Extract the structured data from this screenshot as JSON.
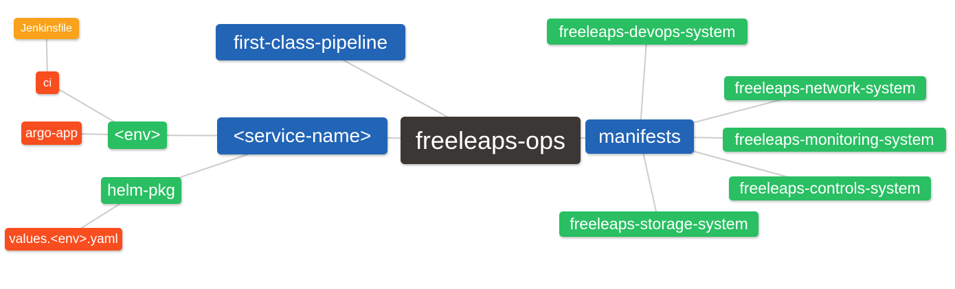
{
  "diagram": {
    "type": "mindmap",
    "root_label": "freeleaps-ops",
    "palette": {
      "root": "#3b3734",
      "level1_blue": "#2264b5",
      "level2_green": "#29bf62",
      "level3_red": "#f84d1e",
      "level4_amber": "#faa21b",
      "edge": "#cccccc",
      "text": "#ffffff",
      "background": "#ffffff"
    },
    "nodes": {
      "freeleaps_ops": {
        "label": "freeleaps-ops",
        "level": 0
      },
      "first_class_pipeline": {
        "label": "first-class-pipeline",
        "level": 1
      },
      "service_name": {
        "label": "<service-name>",
        "level": 1
      },
      "manifests": {
        "label": "manifests",
        "level": 1
      },
      "env": {
        "label": "<env>",
        "level": 2
      },
      "helm_pkg": {
        "label": "helm-pkg",
        "level": 2
      },
      "ci": {
        "label": "ci",
        "level": 3
      },
      "argo_app": {
        "label": "argo-app",
        "level": 3
      },
      "jenkinsfile": {
        "label": "Jenkinsfile",
        "level": 4
      },
      "values_env_yaml": {
        "label": "values.<env>.yaml",
        "level": 3
      },
      "devops_system": {
        "label": "freeleaps-devops-system",
        "level": 2
      },
      "network_system": {
        "label": "freeleaps-network-system",
        "level": 2
      },
      "monitoring_system": {
        "label": "freeleaps-monitoring-system",
        "level": 2
      },
      "controls_system": {
        "label": "freeleaps-controls-system",
        "level": 2
      },
      "storage_system": {
        "label": "freeleaps-storage-system",
        "level": 2
      }
    },
    "edges": [
      [
        "jenkinsfile",
        "ci"
      ],
      [
        "ci",
        "env"
      ],
      [
        "argo_app",
        "env"
      ],
      [
        "env",
        "service_name"
      ],
      [
        "helm_pkg",
        "service_name"
      ],
      [
        "values_env_yaml",
        "helm_pkg"
      ],
      [
        "first_class_pipeline",
        "freeleaps_ops"
      ],
      [
        "service_name",
        "freeleaps_ops"
      ],
      [
        "freeleaps_ops",
        "manifests"
      ],
      [
        "manifests",
        "devops_system"
      ],
      [
        "manifests",
        "network_system"
      ],
      [
        "manifests",
        "monitoring_system"
      ],
      [
        "manifests",
        "controls_system"
      ],
      [
        "manifests",
        "storage_system"
      ]
    ]
  }
}
